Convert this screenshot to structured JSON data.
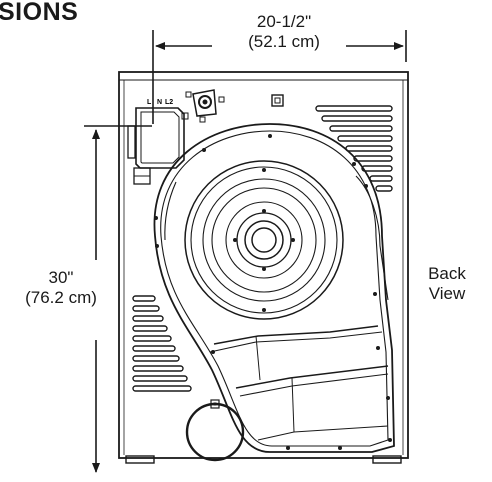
{
  "heading": "SIONS",
  "width_dimension": {
    "imperial": "20-1/2\"",
    "metric": "(52.1 cm)"
  },
  "height_dimension": {
    "imperial": "30\"",
    "metric": "(76.2 cm)"
  },
  "view_label": {
    "line1": "Back",
    "line2": "View"
  },
  "terminal_labels": [
    "L",
    "N",
    "L2"
  ]
}
